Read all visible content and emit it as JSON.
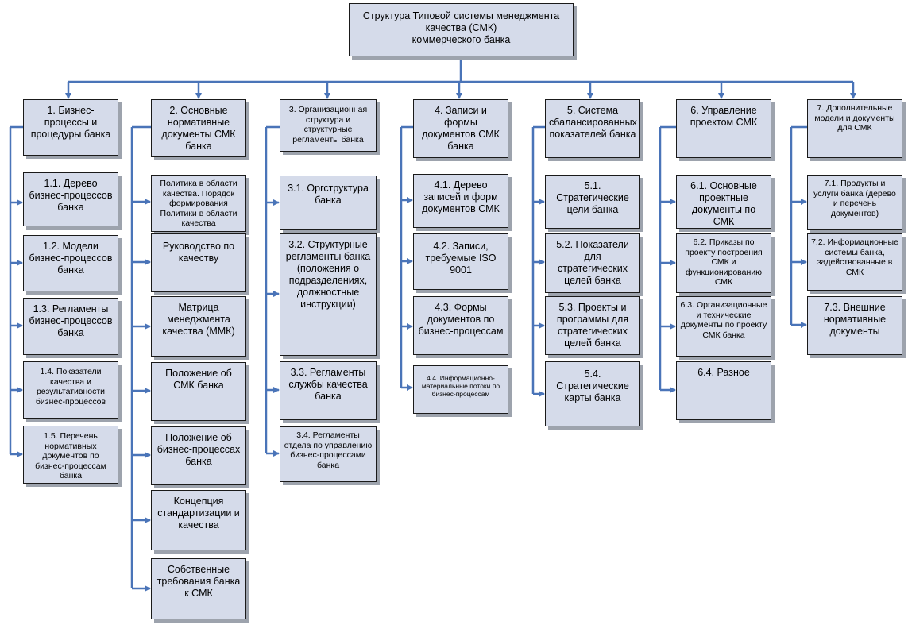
{
  "root": "Структура Типовой системы менеджмента качества (СМК)\nкоммерческого банка",
  "columns": [
    {
      "title": "1. Бизнес-процессы и процедуры банка",
      "items": [
        "1.1. Дерево бизнес-процессов банка",
        "1.2. Модели бизнес-процессов банка",
        "1.3. Регламенты бизнес-процессов банка",
        "1.4. Показатели качества и результативности бизнес-процессов",
        "1.5. Перечень нормативных документов по бизнес-процессам банка"
      ]
    },
    {
      "title": "2. Основные нормативные документы СМК банка",
      "items": [
        "Политика в области качества. Порядок формирования Политики в области качества",
        "Руководство по качеству",
        "Матрица менеджмента качества (ММК)",
        "Положение об СМК банка",
        "Положение об бизнес-процессах банка",
        "Концепция стандартизации и качества",
        "Собственные требования банка к СМК"
      ]
    },
    {
      "title": "3. Организационная структура и структурные регламенты банка",
      "items": [
        "3.1. Оргструктура банка",
        "3.2. Структурные регламенты банка (положения о подразделениях, должностные инструкции)",
        "3.3. Регламенты службы качества банка",
        "3.4. Регламенты отдела по управлению бизнес-процессами банка"
      ]
    },
    {
      "title": "4. Записи и формы документов СМК банка",
      "items": [
        "4.1. Дерево записей и форм документов СМК",
        "4.2. Записи, требуемые ISO 9001",
        "4.3. Формы документов по бизнес-процессам",
        "4.4. Информационно-материальные потоки по бизнес-процессам"
      ]
    },
    {
      "title": "5. Система сбалансированных показателей банка",
      "items": [
        "5.1. Стратегические цели банка",
        "5.2. Показатели для стратегических целей банка",
        "5.3. Проекты и программы для стратегических целей банка",
        "5.4. Стратегические карты банка"
      ]
    },
    {
      "title": "6. Управление проектом СМК",
      "items": [
        "6.1. Основные проектные документы по СМК",
        "6.2. Приказы по проекту построения СМК и функционированию СМК",
        "6.3. Организационные и технические документы по проекту СМК банка",
        "6.4. Разное"
      ]
    },
    {
      "title": "7. Дополнительные модели и документы для СМК",
      "items": [
        "7.1. Продукты и услуги банка (дерево и перечень документов)",
        "7.2. Информационные системы банка, задействованные в СМК",
        "7.3. Внешние нормативные документы"
      ]
    }
  ],
  "colors": {
    "box_fill": "#d5dbea",
    "box_border": "#1a1a1a",
    "shadow": "#9da3ad",
    "connector": "#4a74b8"
  }
}
